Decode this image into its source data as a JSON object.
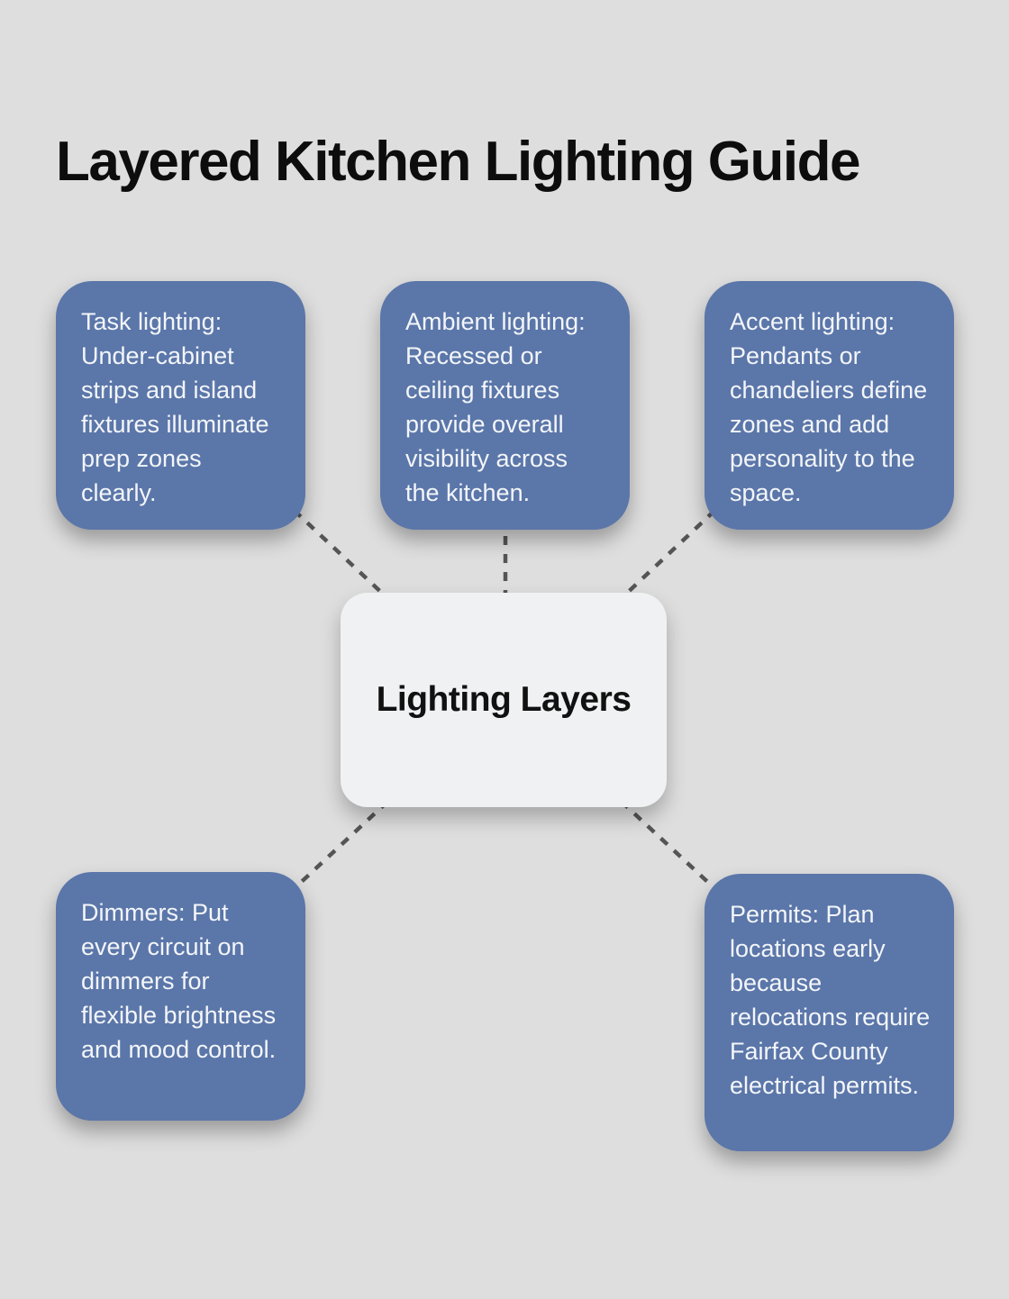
{
  "page": {
    "title": "Layered Kitchen Lighting Guide",
    "background_color": "#dedede"
  },
  "diagram": {
    "center_node": {
      "label": "Lighting Layers",
      "background_color": "#f0f1f2",
      "text_color": "#111111"
    },
    "node_background_color": "#5b76a9",
    "node_text_color": "#f3f6f9",
    "connector_color": "#555555",
    "connector_style": "dashed",
    "nodes": [
      {
        "id": "task",
        "text": "Task lighting: Under-cabinet strips and island fixtures illuminate prep zones clearly."
      },
      {
        "id": "ambient",
        "text": "Ambient lighting: Recessed or ceiling fixtures provide overall visibility across the kitchen."
      },
      {
        "id": "accent",
        "text": "Accent lighting: Pendants or chandeliers define zones and add personality to the space."
      },
      {
        "id": "dimmers",
        "text": "Dimmers: Put every circuit on dimmers for flexible brightness and mood control."
      },
      {
        "id": "permits",
        "text": "Permits: Plan locations early because relocations require Fairfax County electrical permits."
      }
    ]
  }
}
